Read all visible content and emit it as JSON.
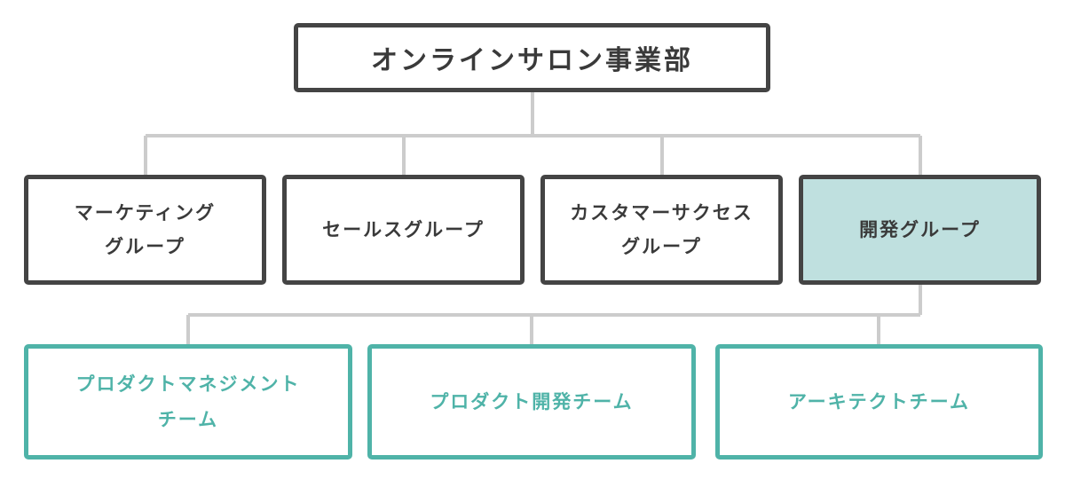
{
  "org_chart": {
    "root": {
      "label": "オンラインサロン事業部"
    },
    "groups": [
      {
        "label": "マーケティング\nグループ",
        "highlighted": false
      },
      {
        "label": "セールスグループ",
        "highlighted": false
      },
      {
        "label": "カスタマーサクセス\nグループ",
        "highlighted": false
      },
      {
        "label": "開発グループ",
        "highlighted": true
      }
    ],
    "teams": [
      {
        "label": "プロダクトマネジメント\nチーム",
        "parent": "開発グループ"
      },
      {
        "label": "プロダクト開発チーム",
        "parent": "開発グループ"
      },
      {
        "label": "アーキテクトチーム",
        "parent": "開発グループ"
      }
    ]
  },
  "colors": {
    "dark_border": "#444444",
    "text_dark": "#3a3a3a",
    "teal_accent": "#4fb3a8",
    "highlight_fill": "#bfe0df",
    "connector": "#cccccc"
  }
}
